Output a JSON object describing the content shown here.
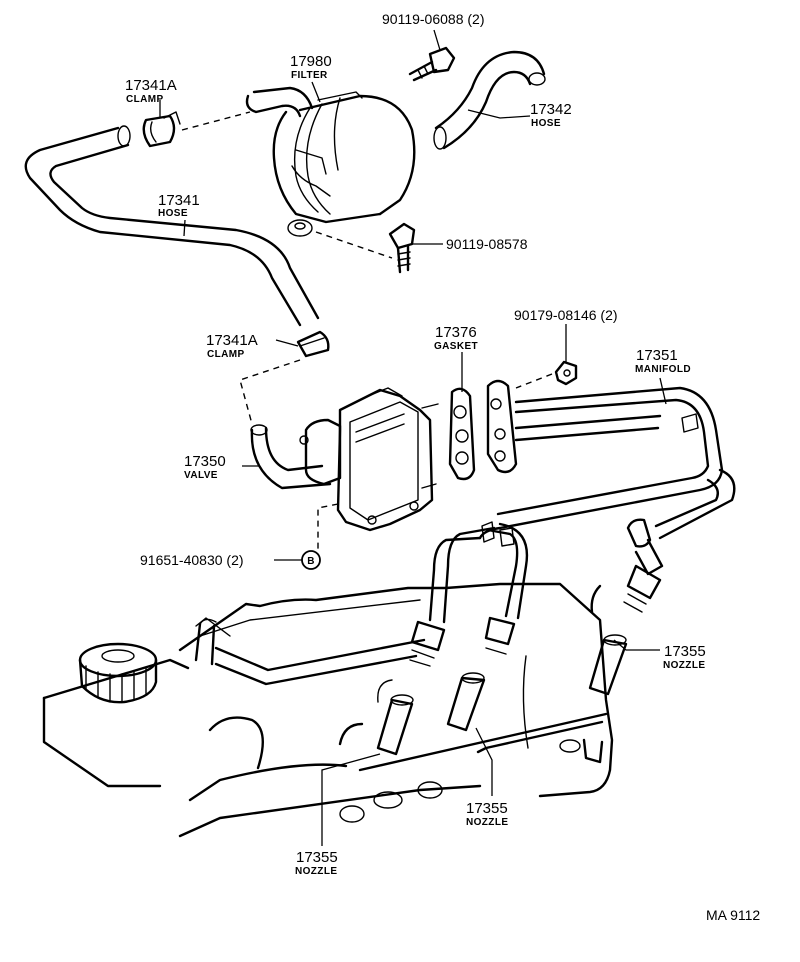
{
  "drawing_id": "MA 9112",
  "callouts": {
    "bolt_top": {
      "number": "90119-06088 (2)"
    },
    "filter": {
      "number": "17980",
      "name": "FILTER"
    },
    "clamp_top": {
      "number": "17341A",
      "name": "CLAMP"
    },
    "hose_right": {
      "number": "17342",
      "name": "HOSE"
    },
    "hose_left": {
      "number": "17341",
      "name": "HOSE"
    },
    "bolt_mid": {
      "number": "90119-08578"
    },
    "clamp_lower": {
      "number": "17341A",
      "name": "CLAMP"
    },
    "gasket": {
      "number": "17376",
      "name": "GASKET"
    },
    "nut": {
      "number": "90179-08146 (2)"
    },
    "manifold": {
      "number": "17351",
      "name": "MANIFOLD"
    },
    "valve": {
      "number": "17350",
      "name": "VALVE"
    },
    "stud": {
      "number": "91651-40830 (2)",
      "marker": "B"
    },
    "nozzle_right": {
      "number": "17355",
      "name": "NOZZLE"
    },
    "nozzle_center": {
      "number": "17355",
      "name": "NOZZLE"
    },
    "nozzle_bottom": {
      "number": "17355",
      "name": "NOZZLE"
    }
  }
}
